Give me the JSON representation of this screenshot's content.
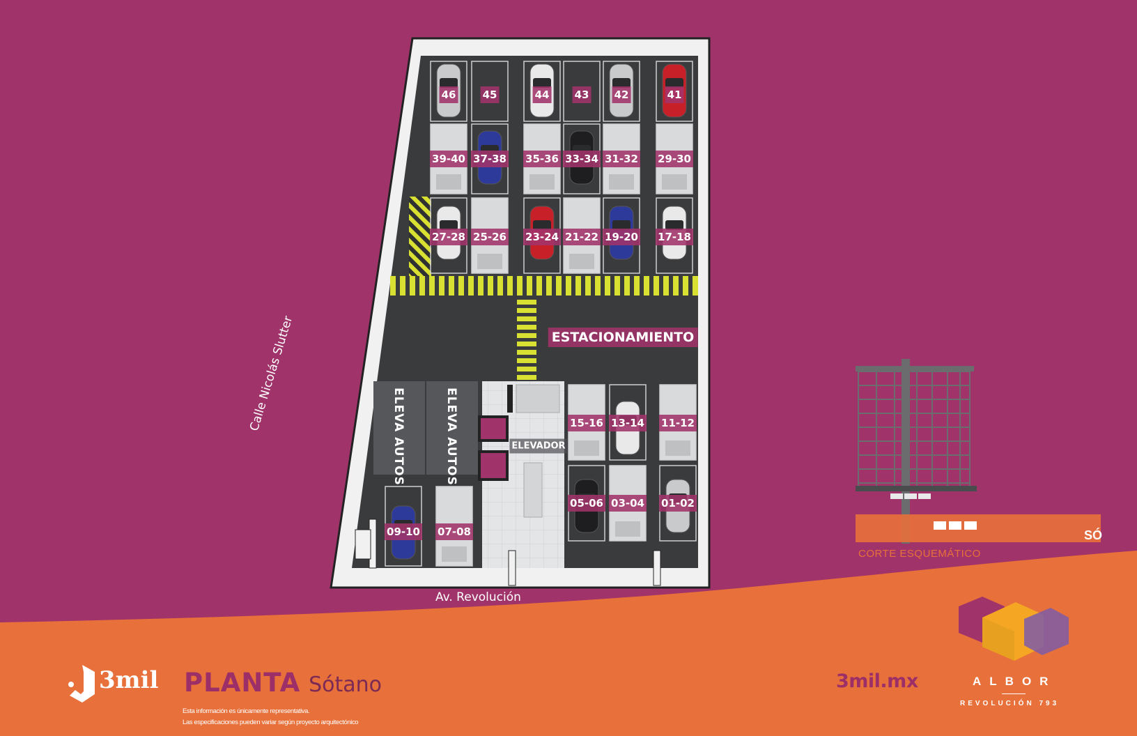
{
  "plan": {
    "streets": {
      "side": "Calle Nicolás Slutter",
      "front": "Av. Revolución"
    },
    "area_label": "ESTACIONAMIENTO",
    "elevator_label": "ELEVADOR",
    "car_lift_labels": [
      "ELEVA AUTOS",
      "ELEVA AUTOS"
    ],
    "spots_row1": [
      "46",
      "45",
      "44",
      "43",
      "42",
      "41"
    ],
    "spots_row2": [
      "39-40",
      "37-38",
      "35-36",
      "33-34",
      "31-32",
      "29-30"
    ],
    "spots_row3": [
      "27-28",
      "25-26",
      "23-24",
      "21-22",
      "19-20",
      "17-18"
    ],
    "spots_lower_upper": [
      "15-16",
      "13-14",
      "11-12"
    ],
    "spots_lower_bottom": [
      "05-06",
      "03-04",
      "01-02"
    ],
    "spots_left": [
      "09-10",
      "07-08"
    ]
  },
  "section": {
    "caption": "CORTE ESQUEMÁTICO",
    "level_tag": "SÓ"
  },
  "footer": {
    "brand": "3mil",
    "title_bold": "PLANTA",
    "title_light": "Sótano",
    "disclaimer_1": "Esta información es únicamente representativa.",
    "disclaimer_2": "Las especificaciones pueden variar según proyecto arquitectónico",
    "website": "3mil.mx",
    "project_name": "ALBOR",
    "project_address": "REVOLUCIÓN 793"
  },
  "colors": {
    "background": "#a0336a",
    "footer_orange": "#e8703a",
    "asphalt": "#3a3b3d",
    "stripe_yellow": "#d8e031",
    "label_bg": "#a0336a"
  }
}
